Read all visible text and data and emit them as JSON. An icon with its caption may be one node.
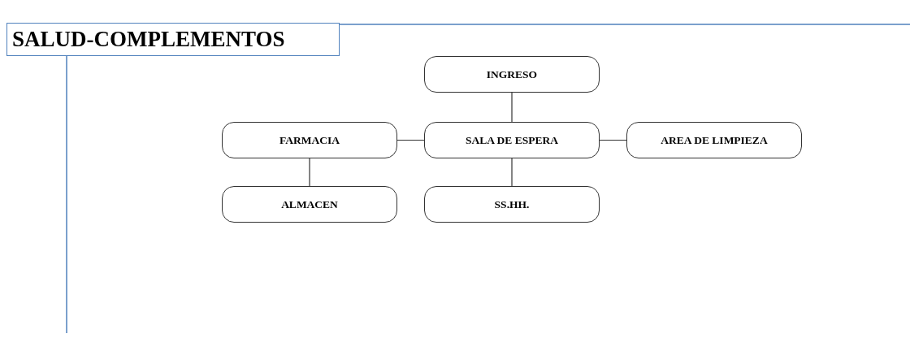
{
  "diagram": {
    "title": "SALUD-COMPLEMENTOS",
    "nodes": [
      {
        "text": [
          "INGRESO"
        ]
      },
      {
        "text": [
          "FARMACIA"
        ]
      },
      {
        "text": [
          "SALA DE ESPERA"
        ]
      },
      {
        "text": [
          "AREA DE LIMPIEZA"
        ]
      },
      {
        "text": [
          "ALMACEN"
        ]
      },
      {
        "text": [
          "SS.HH."
        ]
      }
    ],
    "edges": [
      {
        "from": 0,
        "to": 2,
        "arrow": "none"
      },
      {
        "from": 1,
        "to": 2,
        "arrow": "none"
      },
      {
        "from": 2,
        "to": 3,
        "arrow": "none"
      },
      {
        "from": 1,
        "to": 4,
        "arrow": "none"
      },
      {
        "from": 2,
        "to": 5,
        "arrow": "none"
      }
    ]
  }
}
